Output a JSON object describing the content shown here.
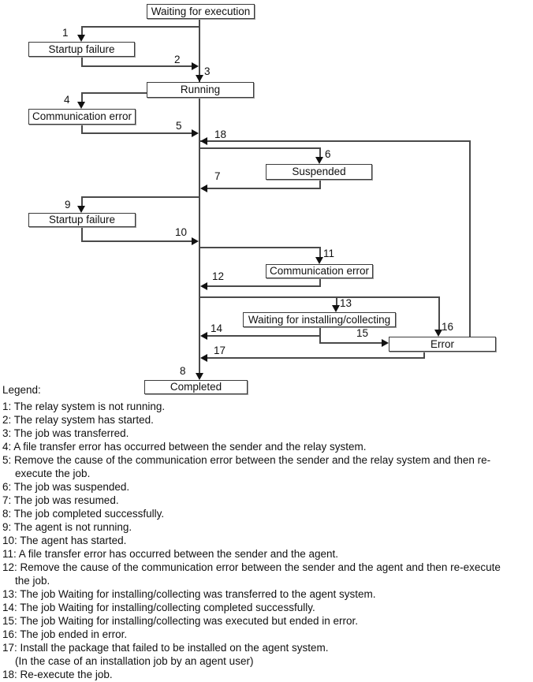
{
  "diagram": {
    "nodes": [
      {
        "label": "Waiting for execution"
      },
      {
        "label": "Startup failure"
      },
      {
        "label": "Running"
      },
      {
        "label": "Communication error"
      },
      {
        "label": "Suspended"
      },
      {
        "label": "Startup failure"
      },
      {
        "label": "Communication error"
      },
      {
        "label": "Waiting for installing/collecting"
      },
      {
        "label": "Error"
      },
      {
        "label": "Completed"
      }
    ],
    "transitions": [
      {
        "number": "1"
      },
      {
        "number": "2"
      },
      {
        "number": "3"
      },
      {
        "number": "4"
      },
      {
        "number": "5"
      },
      {
        "number": "6"
      },
      {
        "number": "7"
      },
      {
        "number": "8"
      },
      {
        "number": "9"
      },
      {
        "number": "10"
      },
      {
        "number": "11"
      },
      {
        "number": "12"
      },
      {
        "number": "13"
      },
      {
        "number": "14"
      },
      {
        "number": "15"
      },
      {
        "number": "16"
      },
      {
        "number": "17"
      },
      {
        "number": "18"
      }
    ],
    "colors": {
      "background": "#ffffff",
      "line": "#4a4a4a",
      "arrowhead": "#111111",
      "box_border": "#3c3c3c",
      "text": "#111111"
    }
  },
  "legend": {
    "title": "Legend:",
    "items": [
      {
        "number": "1:",
        "lines": [
          "The relay system is not running."
        ]
      },
      {
        "number": "2:",
        "lines": [
          "The relay system has started."
        ]
      },
      {
        "number": "3:",
        "lines": [
          "The job was transferred."
        ]
      },
      {
        "number": "4:",
        "lines": [
          "A file transfer error has occurred between the sender and the relay system."
        ]
      },
      {
        "number": "5:",
        "lines": [
          "Remove the cause of the communication error between the sender and the relay system and then re-",
          "execute the job."
        ]
      },
      {
        "number": "6:",
        "lines": [
          "The job was suspended."
        ]
      },
      {
        "number": "7:",
        "lines": [
          "The job was resumed."
        ]
      },
      {
        "number": "8:",
        "lines": [
          "The job completed successfully."
        ]
      },
      {
        "number": "9:",
        "lines": [
          "The agent is not running."
        ]
      },
      {
        "number": "10:",
        "lines": [
          "The agent has started."
        ]
      },
      {
        "number": "11:",
        "lines": [
          "A file transfer error has occurred between the sender and the agent."
        ]
      },
      {
        "number": "12:",
        "lines": [
          "Remove the cause of the communication error between the sender and the agent and then re-execute",
          "the job."
        ]
      },
      {
        "number": "13:",
        "lines": [
          "The job Waiting for installing/collecting was transferred to the agent system."
        ]
      },
      {
        "number": "14:",
        "lines": [
          "The job Waiting for installing/collecting completed successfully."
        ]
      },
      {
        "number": "15:",
        "lines": [
          "The job Waiting for installing/collecting was executed but ended in error."
        ]
      },
      {
        "number": "16:",
        "lines": [
          "The job ended in error."
        ]
      },
      {
        "number": "17:",
        "lines": [
          "Install the package that failed to be installed on the agent system.",
          "(In the case of an installation job by an agent user)"
        ]
      },
      {
        "number": "18:",
        "lines": [
          "Re-execute the job."
        ]
      }
    ]
  }
}
